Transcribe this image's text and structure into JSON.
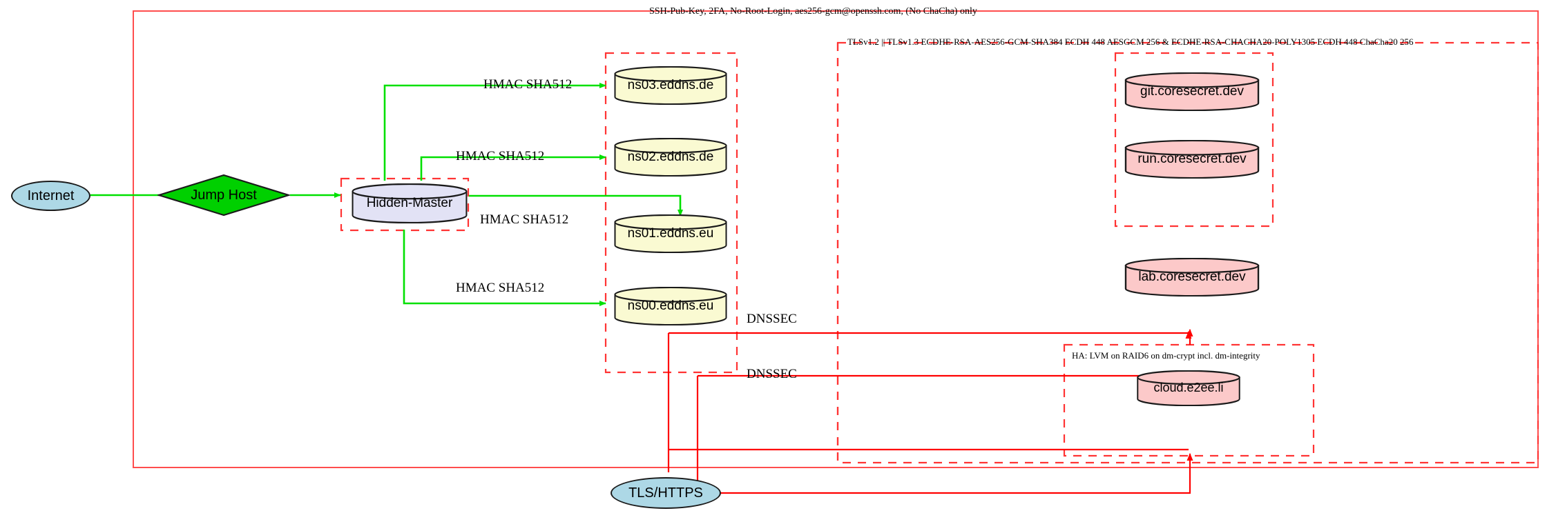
{
  "diagram": {
    "title_label": "SSH-Pub-Key, 2FA, No-Root-Login, aes256-gcm@openssh.com, (No ChaCha) only",
    "tls_cluster_label": "TLSv1.2 || TLSv1.3 ECDHE-RSA-AES256-GCM-SHA384 ECDH 448 AESGCM 256 & ECDHE-RSA-CHACHA20-POLY1305 ECDH 448 ChaCha20 256",
    "ha_cluster_label": "HA: LVM on RAID6 on dm-crypt incl. dm-integrity"
  },
  "colors": {
    "outer_border": "#ff4d4d",
    "dashed_red": "#ff3333",
    "green_edge": "#00e000",
    "red_edge": "#ff0000",
    "internet_fill": "#add8e6",
    "jumphost_fill": "#00d000",
    "hidden_master_fill": "#e2e2f5",
    "dns_fill": "#fafad2",
    "service_fill": "#fcc9c9",
    "cloud_fill": "#fcc9c9",
    "tls_fill": "#add8e6",
    "stroke": "#1a1a1a"
  },
  "nodes": {
    "internet": {
      "label": "Internet",
      "shape": "ellipse"
    },
    "jump_host": {
      "label": "Jump Host",
      "shape": "diamond"
    },
    "hidden_master": {
      "label": "Hidden-Master",
      "shape": "cylinder"
    },
    "ns03": {
      "label": "ns03.eddns.de",
      "shape": "cylinder"
    },
    "ns02": {
      "label": "ns02.eddns.de",
      "shape": "cylinder"
    },
    "ns01": {
      "label": "ns01.eddns.eu",
      "shape": "cylinder"
    },
    "ns00": {
      "label": "ns00.eddns.eu",
      "shape": "cylinder"
    },
    "git": {
      "label": "git.coresecret.dev",
      "shape": "cylinder"
    },
    "run": {
      "label": "run.coresecret.dev",
      "shape": "cylinder"
    },
    "lab": {
      "label": "lab.coresecret.dev",
      "shape": "cylinder"
    },
    "cloud": {
      "label": "cloud.e2ee.li",
      "shape": "cylinder"
    },
    "tls_https": {
      "label": "TLS/HTTPS",
      "shape": "ellipse"
    }
  },
  "edge_labels": {
    "hmac_ns03": "HMAC SHA512",
    "hmac_ns02": "HMAC SHA512",
    "hmac_ns01": "HMAC SHA512",
    "hmac_ns00": "HMAC SHA512",
    "dnssec_upper": "DNSSEC",
    "dnssec_lower": "DNSSEC"
  }
}
